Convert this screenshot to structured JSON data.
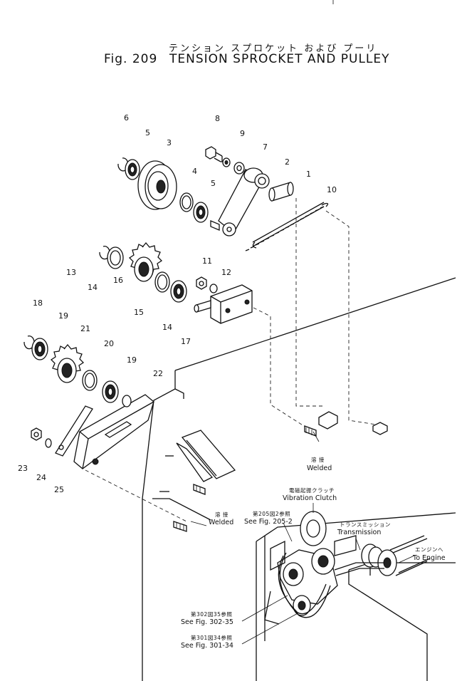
{
  "header": {
    "title_jp": "テンション スプロケット および プーリ",
    "fig_number": "Fig. 209",
    "title_en": "TENSION SPROCKET AND PULLEY"
  },
  "callouts": [
    "1",
    "2",
    "3",
    "4",
    "5",
    "5",
    "6",
    "7",
    "8",
    "9",
    "10",
    "11",
    "12",
    "13",
    "14",
    "14",
    "15",
    "16",
    "17",
    "18",
    "19",
    "19",
    "20",
    "21",
    "22",
    "23",
    "24",
    "25"
  ],
  "annotations": {
    "welded_upper_jp": "溶 接",
    "welded_upper_en": "Welded",
    "welded_lower_jp": "溶 接",
    "welded_lower_en": "Welded",
    "vibration_clutch_jp": "電磁起振クラッチ",
    "vibration_clutch_en": "Vibration Clutch",
    "see_fig_205_jp": "第205図2参照",
    "see_fig_205_en": "See Fig. 205-2",
    "transmission_jp": "トランスミッション",
    "transmission_en": "Transmission",
    "to_engine_jp": "エンジンへ",
    "to_engine_en": "To Engine",
    "see_fig_302_jp": "第302図35参照",
    "see_fig_302_en": "See Fig. 302-35",
    "see_fig_301_jp": "第301図34参照",
    "see_fig_301_en": "See Fig. 301-34"
  }
}
